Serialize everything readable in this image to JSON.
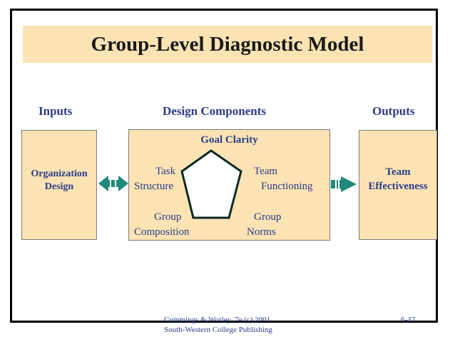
{
  "title": "Group-Level Diagnostic Model",
  "columns": {
    "inputs": "Inputs",
    "design": "Design Components",
    "outputs": "Outputs"
  },
  "input_box": {
    "line1": "Organization",
    "line2": "Design"
  },
  "output_box": {
    "line1": "Team",
    "line2": "Effectiveness"
  },
  "components": {
    "goal": "Goal Clarity",
    "task_1": "Task",
    "task_2": "Structure",
    "team_1": "Team",
    "team_2": "Functioning",
    "comp_1": "Group",
    "comp_2": "Composition",
    "norms_1": "Group",
    "norms_2": "Norms"
  },
  "footer": {
    "line1": "Cummings & Worley, 7e  (c) 2001",
    "line2": "South-Western College Publishing",
    "page": "6-47"
  },
  "colors": {
    "box_fill": "#fbe3b3",
    "text_blue": "#2a3d8a",
    "arrow": "#1f8a7a"
  }
}
